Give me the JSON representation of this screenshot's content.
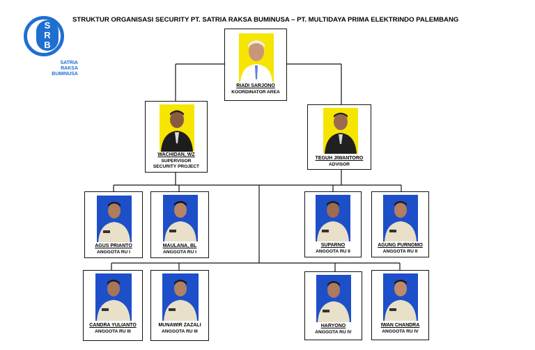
{
  "title": "STRUKTUR ORGANISASI SECURITY PT. SATRIA RAKSA BUMINUSA – PT. MULTIDAYA PRIMA ELEKTRINDO PALEMBANG",
  "logo": {
    "letters": [
      "S",
      "R",
      "B"
    ],
    "text_lines": [
      "SATRIA",
      "RAKSA",
      "BUMINUSA"
    ]
  },
  "colors": {
    "logo_blue": "#1f6fd1",
    "photo_yellow": "#f6e500",
    "photo_blue": "#1d4fc9"
  },
  "nodes": {
    "coordinator": {
      "name": "RIADI SARJONO",
      "role_lines": [
        "KOORDINATOR AREA"
      ]
    },
    "supervisor": {
      "name": "WACHIDAN, WZ",
      "role_lines": [
        "SUPERVISOR",
        "SECURITY PROJECT"
      ]
    },
    "advisor": {
      "name": "TEGUH JIWANTORO",
      "role_lines": [
        "ADVISOR"
      ]
    },
    "m1": {
      "name": "AGUS PRIANTO",
      "role_lines": [
        "ANGGOTA RU I"
      ]
    },
    "m2": {
      "name": "MAULANA, BL",
      "role_lines": [
        "ANGGOTA RU I"
      ]
    },
    "m3": {
      "name": "SUPARNO",
      "role_lines": [
        "ANGGOTA RU II"
      ]
    },
    "m4": {
      "name": "AGUNG PURNOMO",
      "role_lines": [
        "ANGGOTA RU II"
      ]
    },
    "m5": {
      "name": "CANDRA YULIANTO",
      "role_lines": [
        "ANGGOTA RU III"
      ]
    },
    "m6": {
      "name": "MUNAWIR ZAZALI",
      "role_lines": [
        "ANGGOTA RU III"
      ]
    },
    "m7": {
      "name": "HARYONO",
      "role_lines": [
        "ANGGOTA RU IV"
      ]
    },
    "m8": {
      "name": "IWAN CHANDRA",
      "role_lines": [
        "ANGGOTA RU IV"
      ]
    }
  }
}
